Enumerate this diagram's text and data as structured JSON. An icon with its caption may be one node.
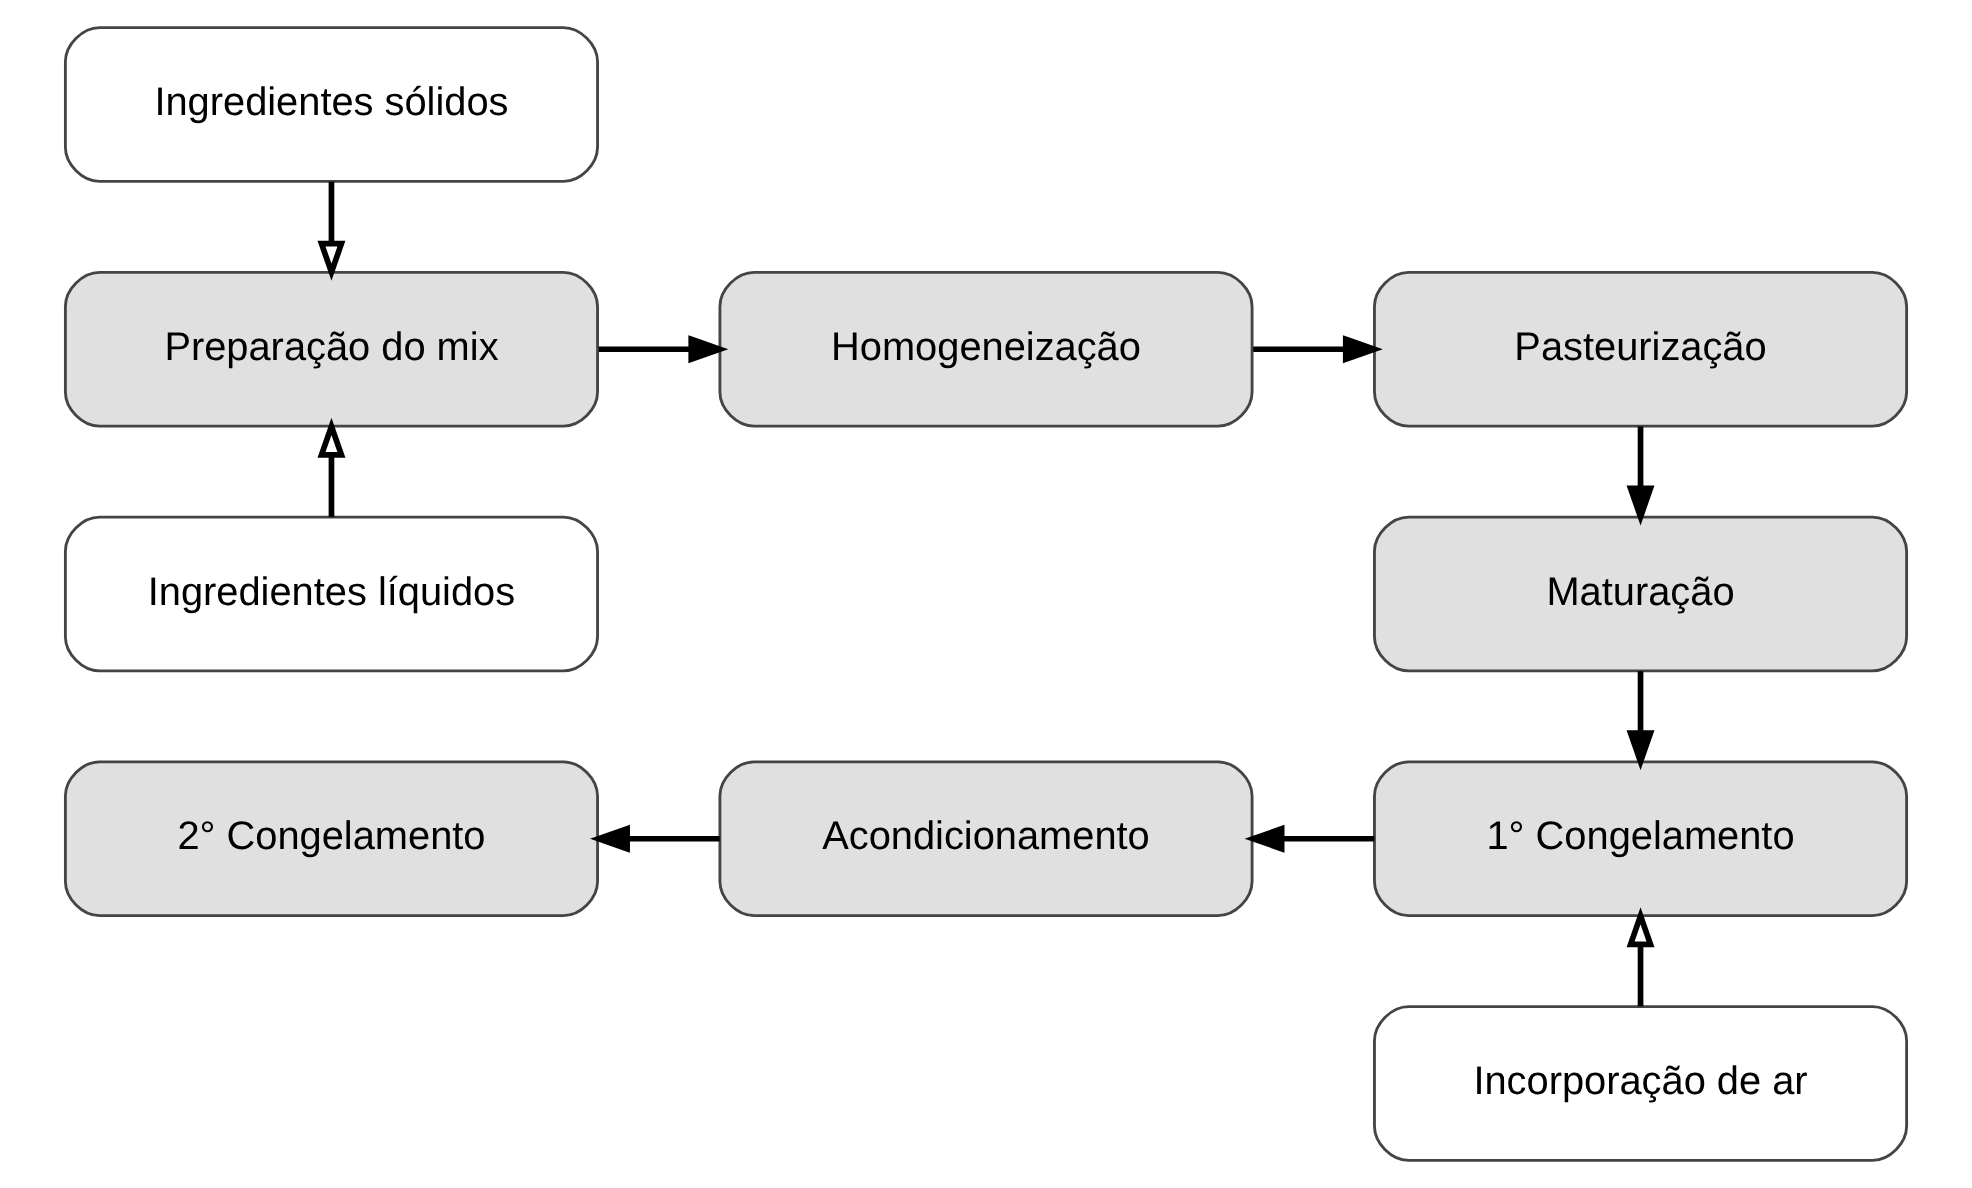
{
  "diagram": {
    "nodes": [
      {
        "text": [
          "Ingredientes sólidos"
        ]
      },
      {
        "text": [
          "Preparação do mix"
        ]
      },
      {
        "text": [
          "Ingredientes líquidos"
        ]
      },
      {
        "text": [
          "Homogeneização"
        ]
      },
      {
        "text": [
          "Pasteurização"
        ]
      },
      {
        "text": [
          "Maturação"
        ]
      },
      {
        "text": [
          "1° Congelamento"
        ]
      },
      {
        "text": [
          "Acondicionamento"
        ]
      },
      {
        "text": [
          "2° Congelamento"
        ]
      },
      {
        "text": [
          "Incorporação de ar"
        ]
      }
    ],
    "edges": [
      {
        "from": 0,
        "to": 1,
        "arrow": "to"
      },
      {
        "from": 2,
        "to": 1,
        "arrow": "to"
      },
      {
        "from": 1,
        "to": 3,
        "arrow": "to"
      },
      {
        "from": 3,
        "to": 4,
        "arrow": "to"
      },
      {
        "from": 4,
        "to": 5,
        "arrow": "to"
      },
      {
        "from": 5,
        "to": 6,
        "arrow": "to"
      },
      {
        "from": 6,
        "to": 7,
        "arrow": "to"
      },
      {
        "from": 7,
        "to": 8,
        "arrow": "to"
      },
      {
        "from": 9,
        "to": 6,
        "arrow": "to"
      }
    ]
  }
}
